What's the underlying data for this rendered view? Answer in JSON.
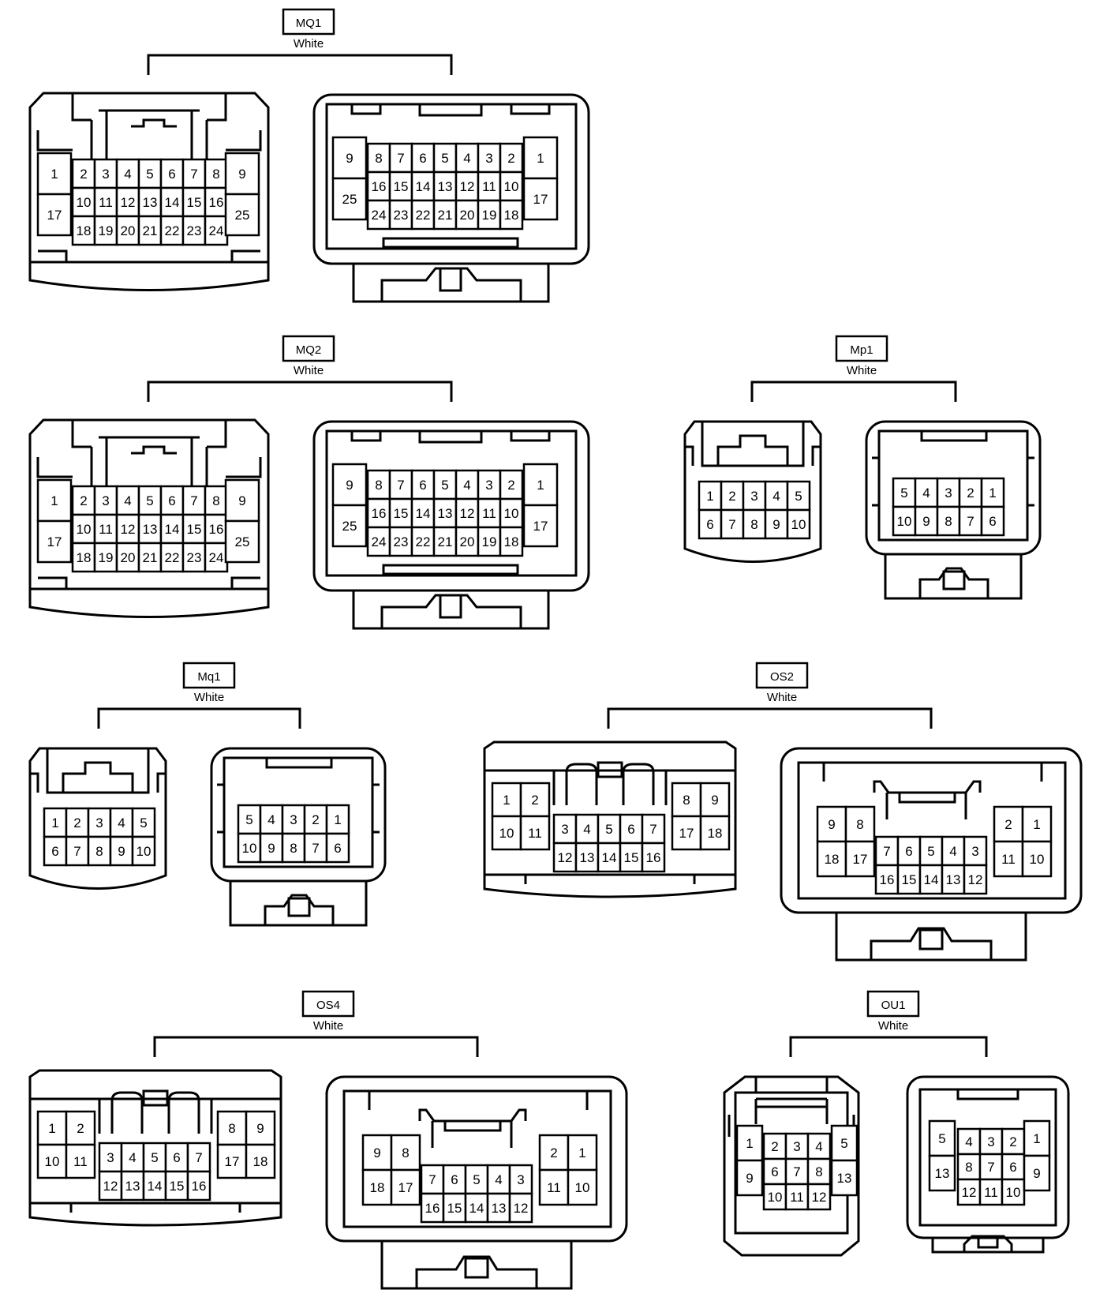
{
  "connectors": [
    {
      "id": "MQ1",
      "label": "MQ1",
      "color_text": "White"
    },
    {
      "id": "MQ2",
      "label": "MQ2",
      "color_text": "White"
    },
    {
      "id": "Mp1",
      "label": "Mp1",
      "color_text": "White"
    },
    {
      "id": "Mq1",
      "label": "Mq1",
      "color_text": "White"
    },
    {
      "id": "OS2",
      "label": "OS2",
      "color_text": "White"
    },
    {
      "id": "OS4",
      "label": "OS4",
      "color_text": "White"
    },
    {
      "id": "OU1",
      "label": "OU1",
      "color_text": "White"
    }
  ],
  "pin_sets": {
    "big25_female": {
      "left": [
        [
          "1"
        ],
        [
          "17"
        ]
      ],
      "middle": [
        [
          "2",
          "3",
          "4",
          "5",
          "6",
          "7",
          "8"
        ],
        [
          "10",
          "11",
          "12",
          "13",
          "14",
          "15",
          "16"
        ],
        [
          "18",
          "19",
          "20",
          "21",
          "22",
          "23",
          "24"
        ]
      ],
      "right": [
        [
          "9"
        ],
        [
          "25"
        ]
      ]
    },
    "big25_male": {
      "left": [
        [
          "9"
        ],
        [
          "25"
        ]
      ],
      "middle": [
        [
          "8",
          "7",
          "6",
          "5",
          "4",
          "3",
          "2"
        ],
        [
          "16",
          "15",
          "14",
          "13",
          "12",
          "11",
          "10"
        ],
        [
          "24",
          "23",
          "22",
          "21",
          "20",
          "19",
          "18"
        ]
      ],
      "right": [
        [
          "1"
        ],
        [
          "17"
        ]
      ]
    },
    "ten_female": [
      [
        "1",
        "2",
        "3",
        "4",
        "5"
      ],
      [
        "6",
        "7",
        "8",
        "9",
        "10"
      ]
    ],
    "ten_male": [
      [
        "5",
        "4",
        "3",
        "2",
        "1"
      ],
      [
        "10",
        "9",
        "8",
        "7",
        "6"
      ]
    ],
    "eighteen_female": {
      "left": [
        [
          "1",
          "2"
        ],
        [
          "10",
          "11"
        ]
      ],
      "middle": [
        [
          "3",
          "4",
          "5",
          "6",
          "7"
        ],
        [
          "12",
          "13",
          "14",
          "15",
          "16"
        ]
      ],
      "right": [
        [
          "8",
          "9"
        ],
        [
          "17",
          "18"
        ]
      ]
    },
    "eighteen_male": {
      "left": [
        [
          "9",
          "8"
        ],
        [
          "18",
          "17"
        ]
      ],
      "middle": [
        [
          "7",
          "6",
          "5",
          "4",
          "3"
        ],
        [
          "16",
          "15",
          "14",
          "13",
          "12"
        ]
      ],
      "right": [
        [
          "2",
          "1"
        ],
        [
          "11",
          "10"
        ]
      ]
    },
    "thirteen_female": {
      "left": [
        [
          "1"
        ],
        [
          "9"
        ]
      ],
      "middle": [
        [
          "2",
          "3",
          "4"
        ],
        [
          "6",
          "7",
          "8"
        ],
        [
          "10",
          "11",
          "12"
        ]
      ],
      "right": [
        [
          "5"
        ],
        [
          "13"
        ]
      ]
    },
    "thirteen_male": {
      "left": [
        [
          "5"
        ],
        [
          "13"
        ]
      ],
      "middle": [
        [
          "4",
          "3",
          "2"
        ],
        [
          "8",
          "7",
          "6"
        ],
        [
          "12",
          "11",
          "10"
        ]
      ],
      "right": [
        [
          "1"
        ],
        [
          "9"
        ]
      ]
    }
  }
}
